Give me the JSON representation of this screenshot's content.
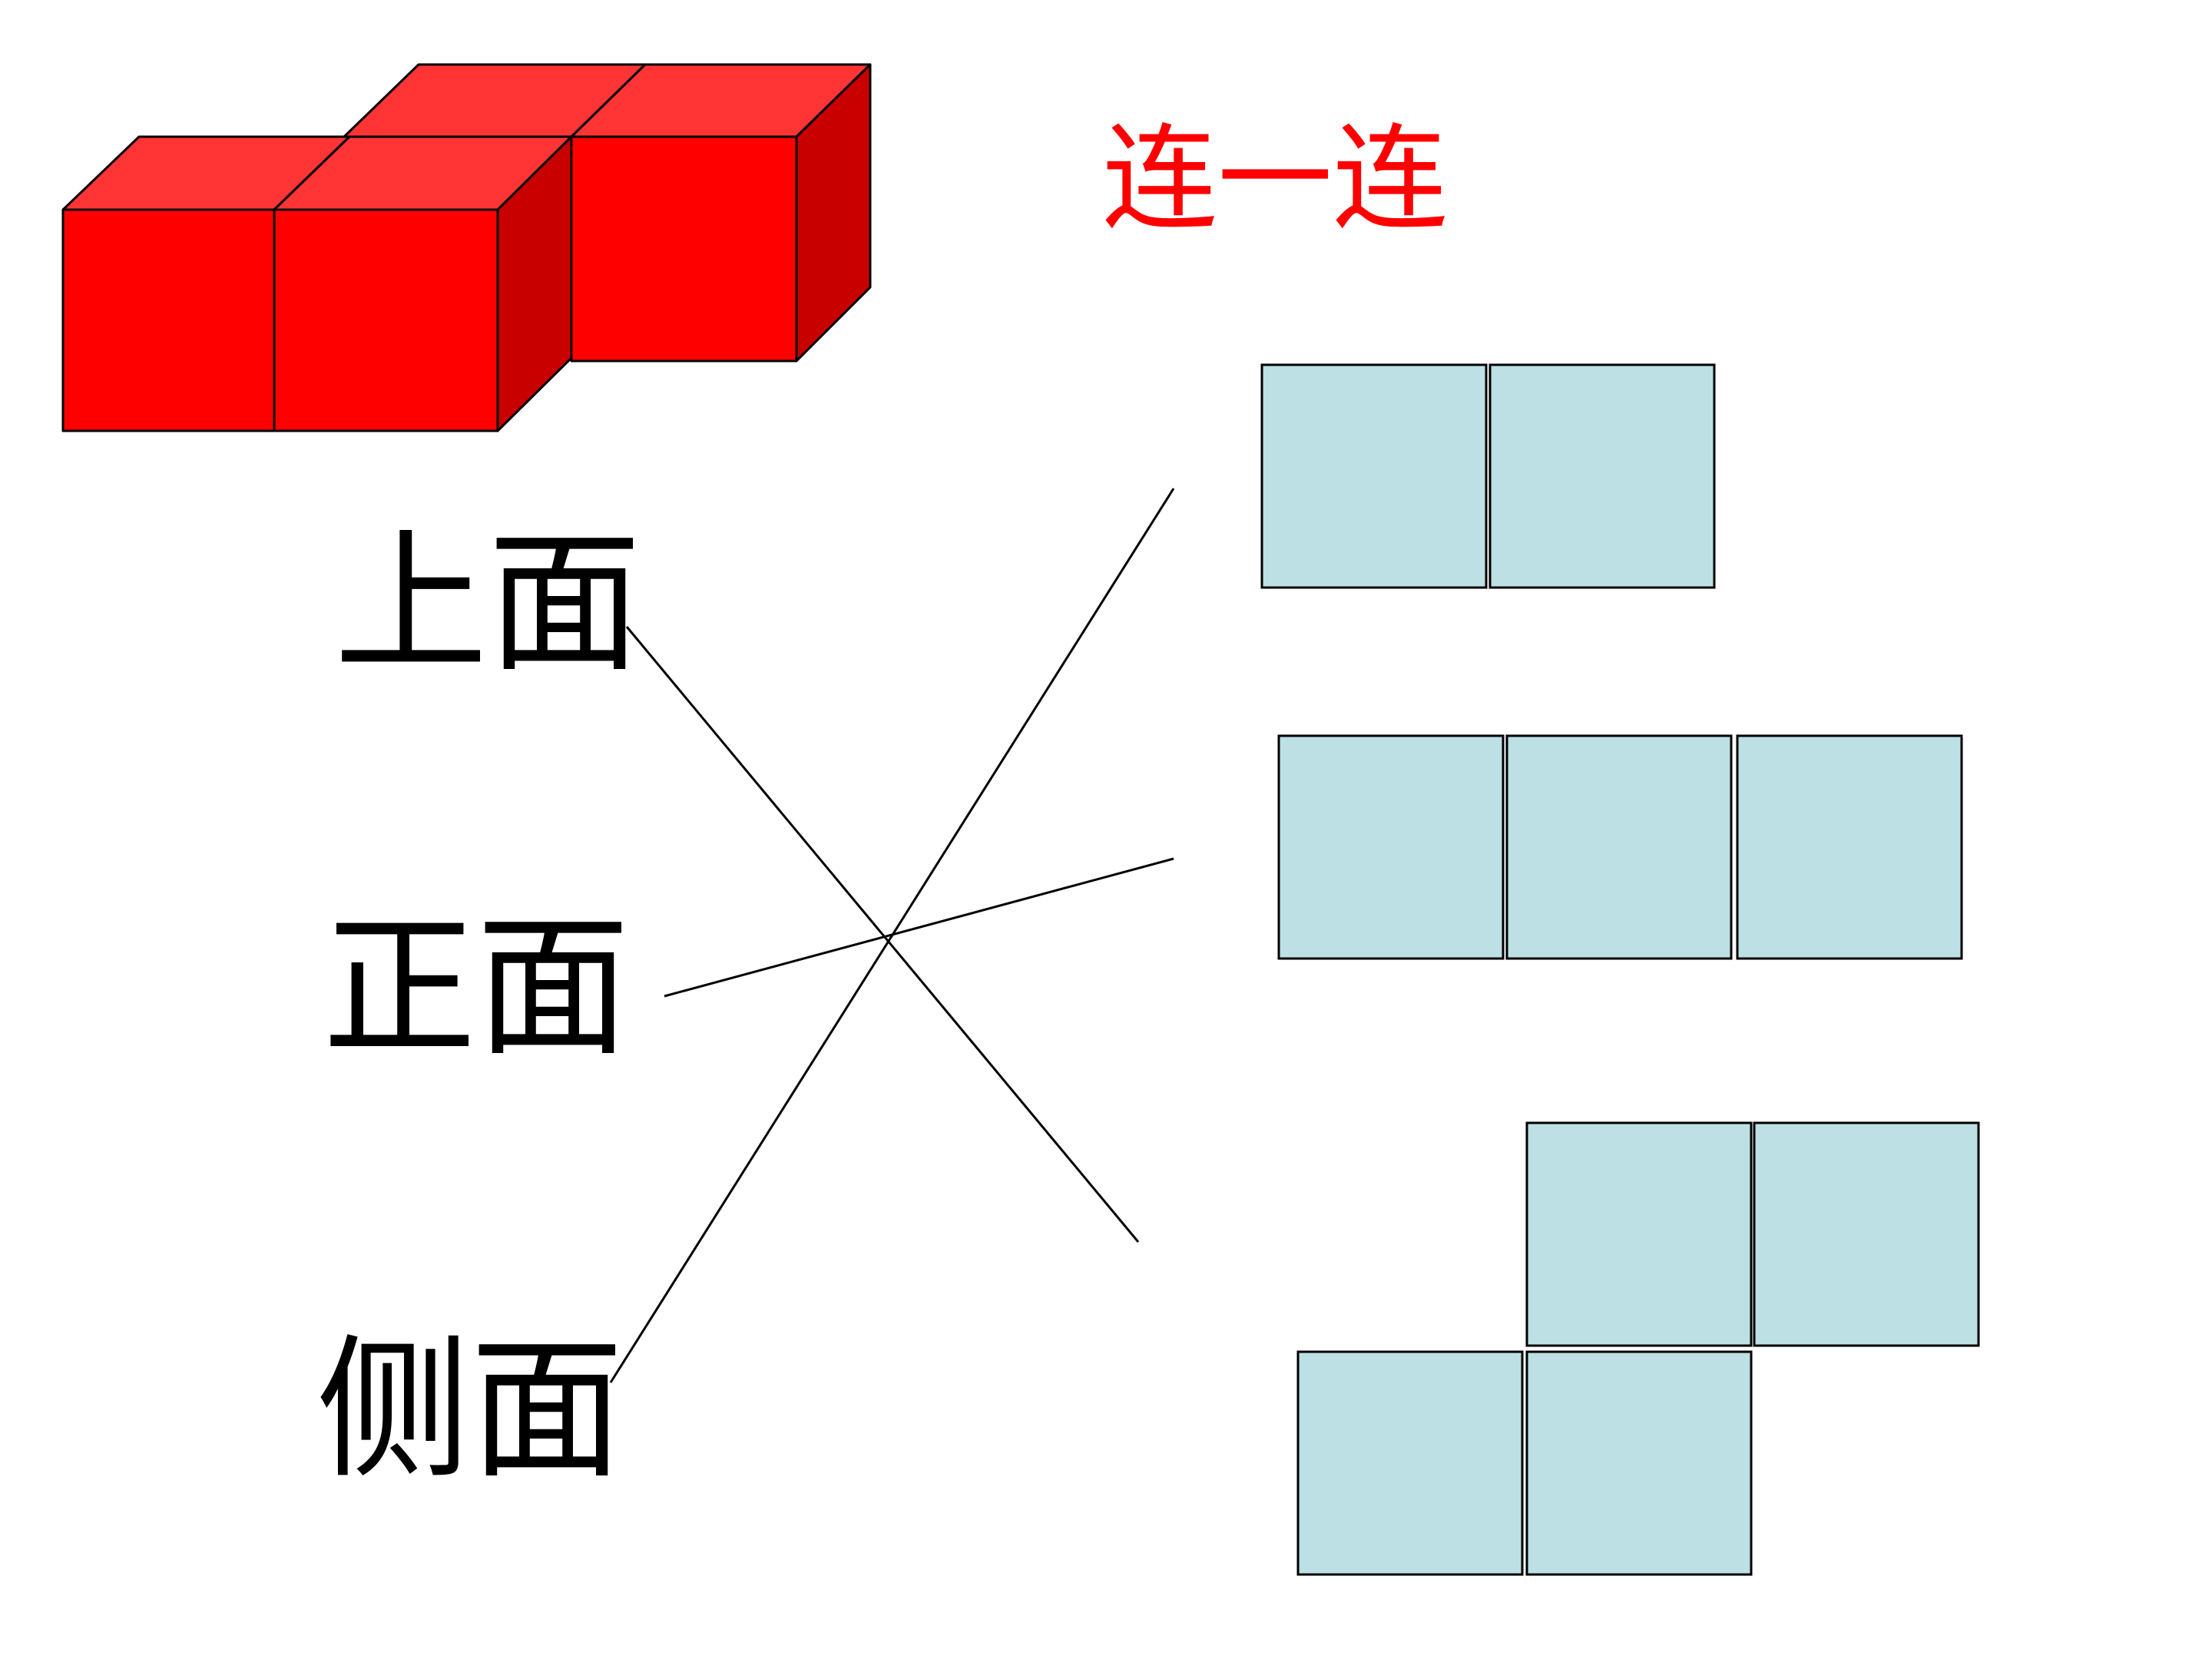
{
  "title": "连一连",
  "labels": {
    "top": "上面",
    "front": "正面",
    "side": "侧面"
  },
  "colors": {
    "title": "#ff0000",
    "cube_front": "#ff0000",
    "cube_top": "#ff3535",
    "cube_side": "#c80000",
    "view_square": "#bce0e3",
    "line": "#000000"
  },
  "views": [
    {
      "name": "two-squares-horizontal"
    },
    {
      "name": "three-squares-horizontal"
    },
    {
      "name": "four-squares-stepped"
    }
  ],
  "connections": [
    {
      "from": "top",
      "to": "four-squares-stepped"
    },
    {
      "from": "front",
      "to": "three-squares-horizontal"
    },
    {
      "from": "side",
      "to": "two-squares-horizontal"
    }
  ]
}
